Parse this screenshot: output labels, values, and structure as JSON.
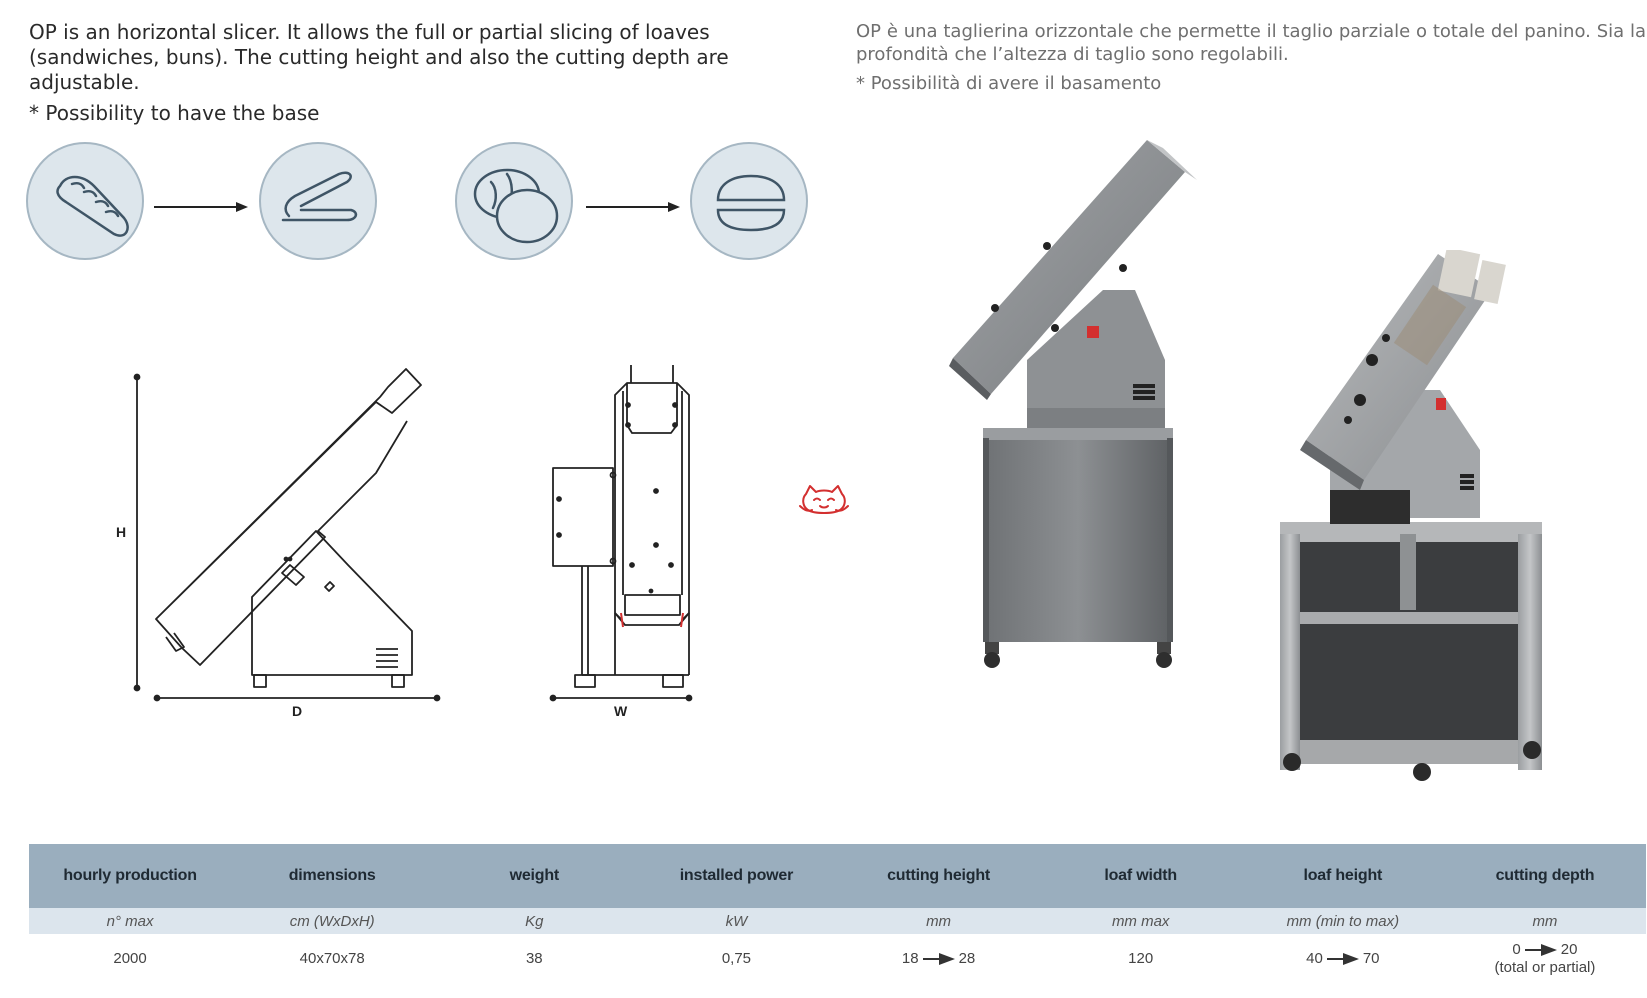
{
  "description_en": {
    "text": "OP is an horizontal slicer. It allows the full or partial slicing of loaves (sandwiches, buns). The cutting height and also the cutting depth are adjustable.",
    "note": "* Possibility to have the base"
  },
  "description_it": {
    "text": "OP è una taglierina orizzontale che permette il taglio parziale o totale del panino. Sia la profondità che l’altezza di taglio sono regolabili.",
    "note": "* Possibilità di avere il basamento"
  },
  "icons": [
    "baguette-icon",
    "sliced-bread-icon",
    "buns-icon",
    "sliced-bun-icon"
  ],
  "dimension_labels": {
    "height": "H",
    "depth": "D",
    "width": "W"
  },
  "colors": {
    "header_bg": "#9aaebe",
    "units_bg": "#dce5ed",
    "icon_bg": "#dde6ec",
    "icon_stroke": "#3f5566",
    "accent_red": "#d32f2f"
  },
  "spec_table": {
    "headers": [
      "hourly production",
      "dimensions",
      "weight",
      "installed power",
      "cutting height",
      "loaf width",
      "loaf height",
      "cutting depth"
    ],
    "units": [
      "n° max",
      "cm (WxDxH)",
      "Kg",
      "kW",
      "mm",
      "mm max",
      "mm (min to max)",
      "mm"
    ],
    "values": {
      "hourly_production": "2000",
      "dimensions": "40x70x78",
      "weight": "38",
      "installed_power": "0,75",
      "cutting_height_min": "18",
      "cutting_height_max": "28",
      "loaf_width": "120",
      "loaf_height_min": "40",
      "loaf_height_max": "70",
      "cutting_depth_min": "0",
      "cutting_depth_max": "20",
      "cutting_depth_note": "(total or partial)"
    }
  }
}
